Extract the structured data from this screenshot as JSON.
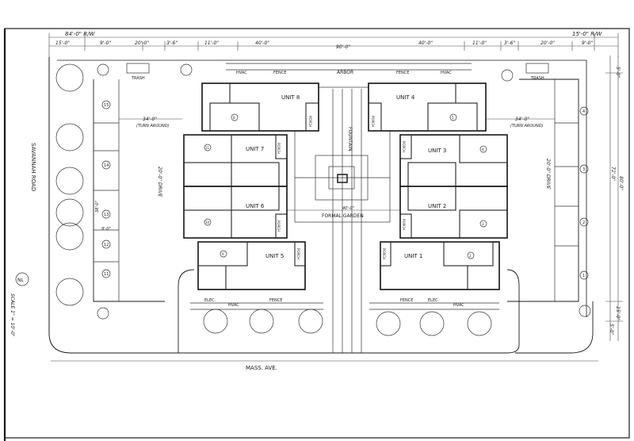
{
  "drawing": {
    "street_left": "SAVANNAH ROAD",
    "street_bottom": "MASS. AVE.",
    "scale_note": "SCALE 1\" = 10'-0\"",
    "north_mark": "NL",
    "colors": {
      "ink": "#1a1a1a",
      "paper": "#ffffff"
    }
  },
  "top_dims": {
    "overall_left": "84'-0\" R/W",
    "overall_right": "15'-0\" R/W",
    "segments": [
      "15'-0\"",
      "9'-0\"",
      "20'-0\"",
      "3'-6\"",
      "11'-0\"",
      "40'-0\"",
      "90'-0\"",
      "40'-0\"",
      "11'-0\"",
      "3'-6\"",
      "20'-0\"",
      "9'-0\""
    ]
  },
  "right_dims": [
    "5'-0\"",
    "72'-0\"",
    "80'-0\"",
    "15'-0\"",
    "5'-0\""
  ],
  "site_labels": {
    "trash_left": "TRASH",
    "trash_right": "TRASH",
    "fence_top_left": "FENCE",
    "arbor": "ARBOR",
    "fence_top_right": "FENCE",
    "hvac_top_left": "HVAC",
    "hvac_top_right": "HVAC",
    "turnaround_left": "34'-0\"",
    "turnaround_left_sub": "(TURN AROUND)",
    "turnaround_right": "34'-0\"",
    "turnaround_right_sub": "(TURN AROUND)",
    "drive_left": "20'-0\" DRIVE",
    "drive_right": "20'-0\" DRIVE",
    "fountain": "FOUNTAIN",
    "formal_garden": "FORMAL GARDEN",
    "garden_dim": "40'-0\"",
    "fence_bottom_left": "FENCE",
    "fence_bottom_right": "FENCE",
    "hvac_bottom_left": "HVAC",
    "hvac_bottom_right": "HVAC",
    "elec_bottom_left": "ELEC.",
    "elec_bottom_right": "ELEC.",
    "left_dim_a": "38'-0\"",
    "left_dim_b": "9'-0\""
  },
  "units": {
    "u1": "UNIT 1",
    "u2": "UNIT 2",
    "u3": "UNIT 3",
    "u4": "UNIT 4",
    "u5": "UNIT 5",
    "u6": "UNIT 6",
    "u7": "UNIT 7",
    "u8": "UNIT 8"
  },
  "porch": "PORCH",
  "parking_numbers_left": [
    "15",
    "14",
    "13",
    "12",
    "11"
  ],
  "parking_numbers_right": [
    "4",
    "3",
    "2",
    "1"
  ],
  "room_circle_marks": [
    "8",
    "11",
    "10",
    "9",
    "5",
    "4",
    "3",
    "2"
  ]
}
